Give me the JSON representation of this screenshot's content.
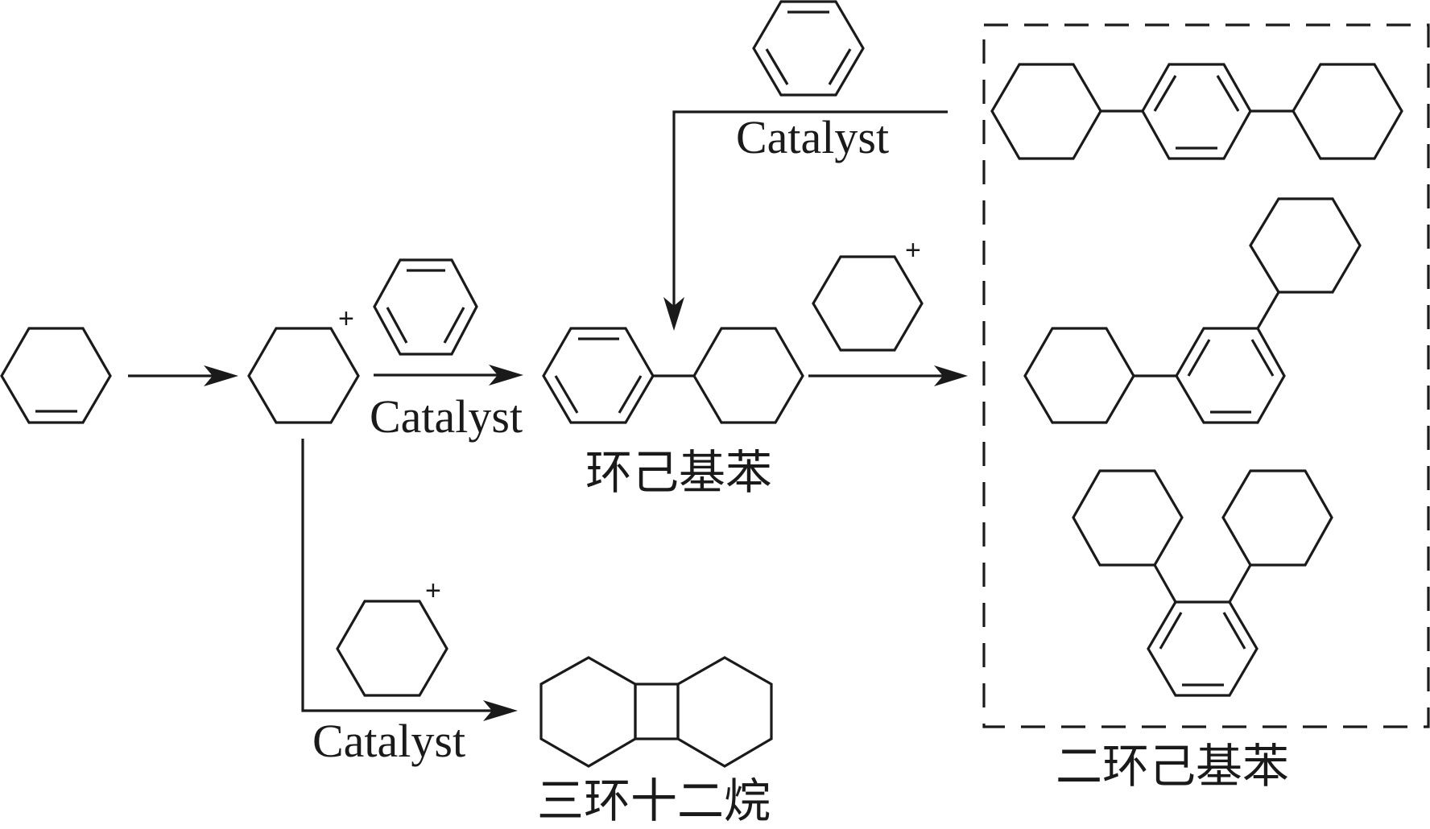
{
  "title": "Cyclohexene alkylation of benzene reaction scheme",
  "colors": {
    "ink": "#1a1a1a",
    "background": "#ffffff"
  },
  "reagents": {
    "start": "cyclohexene",
    "intermediate": "cyclohexyl cation",
    "intermediate_charge": "+",
    "aromatic": "benzene"
  },
  "conditions": {
    "step2": "Catalyst",
    "step3_top": "Catalyst",
    "side_reaction": "Catalyst"
  },
  "products": {
    "main": {
      "label": "环己基苯",
      "name": "cyclohexylbenzene"
    },
    "group": {
      "label": "二环己基苯",
      "name": "dicyclohexylbenzene",
      "isomers": [
        "para-dicyclohexylbenzene",
        "meta-dicyclohexylbenzene",
        "ortho-dicyclohexylbenzene"
      ]
    },
    "side": {
      "label": "三环十二烷",
      "name": "tricyclododecane"
    }
  },
  "charges": [
    "+",
    "+",
    "+"
  ]
}
